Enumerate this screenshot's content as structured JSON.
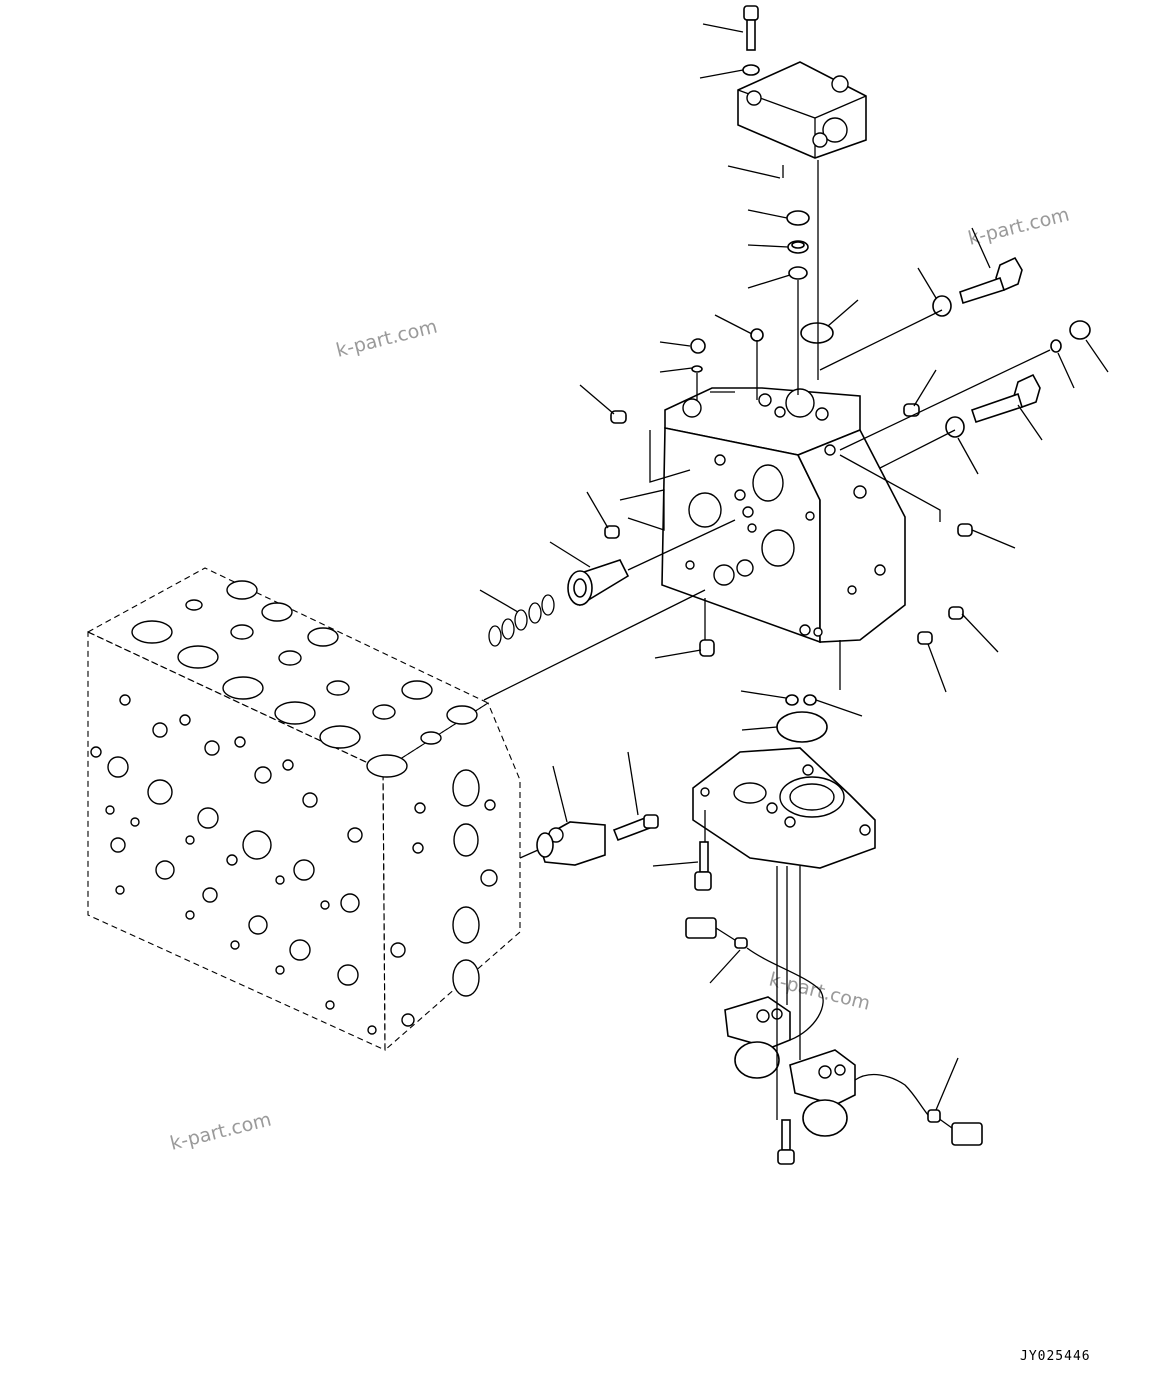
{
  "drawing": {
    "watermarks": [
      "k-part.com",
      "k-part.com",
      "k-part.com",
      "k-part.com"
    ],
    "drawing_code": "JY025446"
  }
}
